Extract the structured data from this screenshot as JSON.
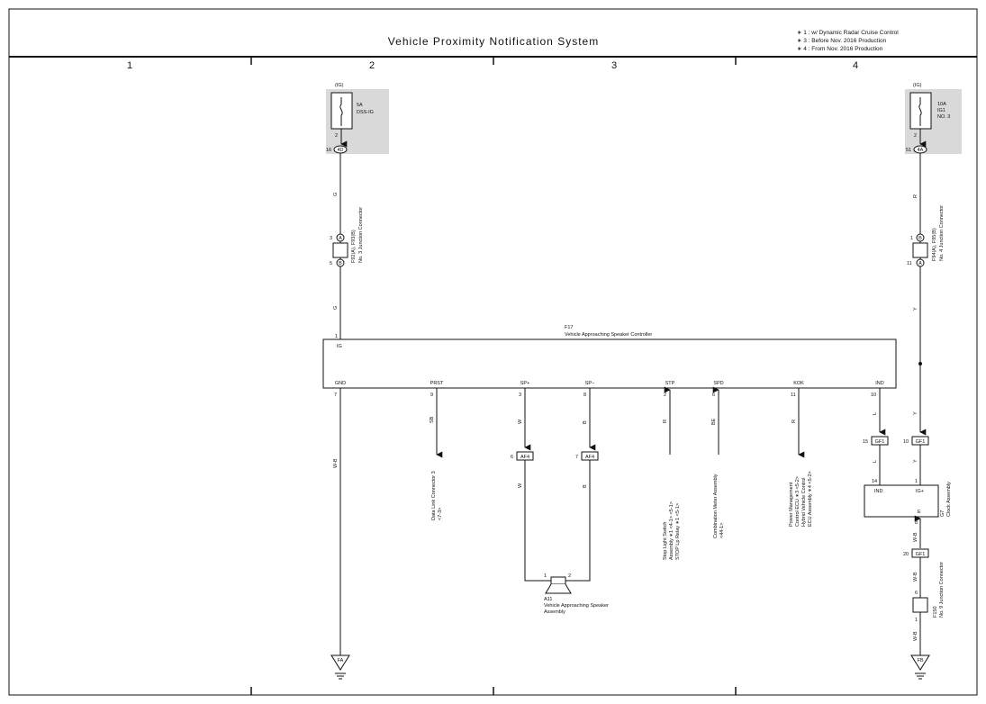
{
  "header": {
    "title": "Vehicle Proximity Notification System",
    "notes": [
      "∗ 1 : w/ Dynamic Radar Cruise Control",
      "∗ 3 : Before Nov.  2016 Production",
      "∗ 4 : From Nov.  2016 Production"
    ]
  },
  "columns": [
    "1",
    "2",
    "3",
    "4"
  ],
  "fuse_left": {
    "supply": "(IG)",
    "rating": "5A",
    "name": "DSS-IG",
    "pin_top": "2",
    "pin": "16",
    "connector": "4D"
  },
  "fuse_right": {
    "supply": "(IG)",
    "rating": "10A",
    "name": "IG1",
    "name2": "NO. 3",
    "pin_top": "2",
    "pin": "51",
    "connector": "4A"
  },
  "jc_left": {
    "label1": "F92(A), F93(B)",
    "label2": "No. 3 Junction Connector",
    "pin_a": "3",
    "letter_a": "A",
    "pin_b": "5",
    "letter_b": "B"
  },
  "jc_right": {
    "label1": "F94(A), F95(B)",
    "label2": "No. 4 Junction Connector",
    "pin_a": "1",
    "letter_a": "B",
    "pin_b": "11",
    "letter_b": "A"
  },
  "wire_colors": {
    "left_upper": "G",
    "left_lower": "G",
    "right_upper": "R",
    "right_lower": "Y",
    "gnd": "W-B",
    "prst": "SB",
    "sp_plus": "W",
    "sp_plus_2": "W",
    "sp_minus": "B",
    "sp_minus_2": "B",
    "stp": "R",
    "spd": "BE",
    "kok": "R",
    "ind": "L",
    "ind_2": "L",
    "ig_plus": "Y",
    "ig_plus_2": "Y",
    "e": "W-B",
    "e_2": "W-B",
    "fb": "W-B"
  },
  "controller": {
    "id": "F17",
    "name": "Vehicle Approaching Speaker Controller",
    "ig_pin": "1",
    "ig_label": "IG",
    "terminals": [
      {
        "label": "GND",
        "pin": "7"
      },
      {
        "label": "PRST",
        "pin": "9"
      },
      {
        "label": "SP+",
        "pin": "3"
      },
      {
        "label": "SP−",
        "pin": "8"
      },
      {
        "label": "STP",
        "pin": "2"
      },
      {
        "label": "SPD",
        "pin": "6"
      },
      {
        "label": "KOK",
        "pin": "11"
      },
      {
        "label": "IND",
        "pin": "10"
      }
    ]
  },
  "connectors": {
    "af4_a": {
      "pin": "6",
      "name": "AF4"
    },
    "af4_b": {
      "pin": "7",
      "name": "AF4"
    },
    "gf1_a": {
      "pin": "15",
      "name": "GF1"
    },
    "gf1_b": {
      "pin": "10",
      "name": "GF1"
    },
    "gf1_c": {
      "pin": "20",
      "name": "GF1"
    }
  },
  "destinations": {
    "prst": [
      "Data Link Connector 3",
      "<7-3>"
    ],
    "stp": [
      "Stop Light Switch",
      "Assembly ∗1 <4-1> <5-1>",
      "STOP Lp Relay ∗1 <5-1>"
    ],
    "spd": [
      "Combination Meter Assembly",
      "<44-1>"
    ],
    "kok": [
      "Power Management",
      "Control ECU ∗3 <5-2>",
      "Hybrid Vehicle Control",
      "ECU Assembly ∗4 <5-2>"
    ]
  },
  "speaker": {
    "id": "A11",
    "name": "Vehicle Approaching Speaker",
    "name2": "Assembly",
    "pin1": "1",
    "pin2": "2"
  },
  "clock": {
    "id": "G7",
    "name": "Clock Assembly",
    "ind_label": "IND",
    "ind_pin": "14",
    "ig_label": "IG+",
    "ig_pin": "1",
    "e_label": "E",
    "e_pin": "8"
  },
  "jc9": {
    "id": "F150",
    "name": "No. 9 Junction Connector",
    "pin_top": "6",
    "pin_bottom": "1"
  },
  "grounds": {
    "left": "FA",
    "right": "FB"
  }
}
